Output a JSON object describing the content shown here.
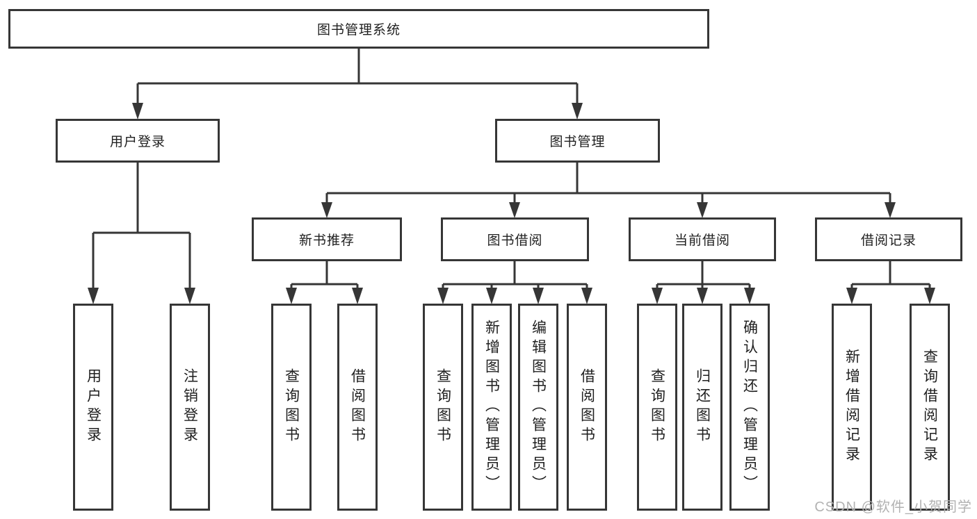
{
  "tree": {
    "label": "图书管理系统",
    "children": [
      {
        "label": "用户登录",
        "children": [
          {
            "label": "用户登录"
          },
          {
            "label": "注销登录"
          }
        ]
      },
      {
        "label": "图书管理",
        "children": [
          {
            "label": "新书推荐",
            "children": [
              {
                "label": "查询图书"
              },
              {
                "label": "借阅图书"
              }
            ]
          },
          {
            "label": "图书借阅",
            "children": [
              {
                "label": "查询图书"
              },
              {
                "label": "新增图书（管理员）"
              },
              {
                "label": "编辑图书（管理员）"
              },
              {
                "label": "借阅图书"
              }
            ]
          },
          {
            "label": "当前借阅",
            "children": [
              {
                "label": "查询图书"
              },
              {
                "label": "归还图书"
              },
              {
                "label": "确认归还（管理员）"
              }
            ]
          },
          {
            "label": "借阅记录",
            "children": [
              {
                "label": "新增借阅记录"
              },
              {
                "label": "查询借阅记录"
              }
            ]
          }
        ]
      }
    ]
  },
  "watermark": {
    "text": "CSDN @软件_小贺同学"
  },
  "colors": {
    "line": "#363636",
    "text": "#1f1f1f",
    "watermark": "#b2b2b2",
    "background": "#ffffff"
  }
}
